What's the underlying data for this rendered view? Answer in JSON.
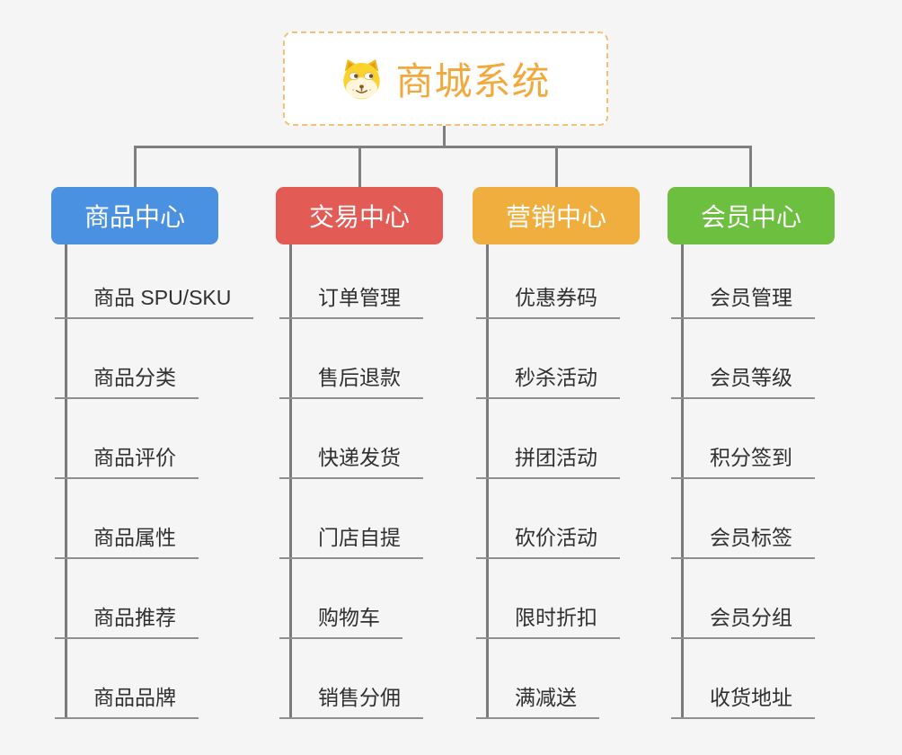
{
  "root": {
    "title": "商城系统",
    "icon": "dog-face-icon",
    "accent_color": "#F2A93C",
    "border_color": "#F7C175"
  },
  "branches": [
    {
      "id": "product-center",
      "label": "商品中心",
      "color": "#4A91E2",
      "children": [
        "商品 SPU/SKU",
        "商品分类",
        "商品评价",
        "商品属性",
        "商品推荐",
        "商品品牌"
      ]
    },
    {
      "id": "trade-center",
      "label": "交易中心",
      "color": "#E25B55",
      "children": [
        "订单管理",
        "售后退款",
        "快递发货",
        "门店自提",
        "购物车",
        "销售分佣"
      ]
    },
    {
      "id": "marketing-center",
      "label": "营销中心",
      "color": "#EFAE3D",
      "children": [
        "优惠券码",
        "秒杀活动",
        "拼团活动",
        "砍价活动",
        "限时折扣",
        "满减送"
      ]
    },
    {
      "id": "member-center",
      "label": "会员中心",
      "color": "#6DBF3F",
      "children": [
        "会员管理",
        "会员等级",
        "积分签到",
        "会员标签",
        "会员分组",
        "收货地址"
      ]
    }
  ],
  "colors": {
    "background": "#F5F5F5",
    "connector": "#7F7F7F",
    "underline": "#8F8F8F",
    "child_text": "#303030"
  }
}
